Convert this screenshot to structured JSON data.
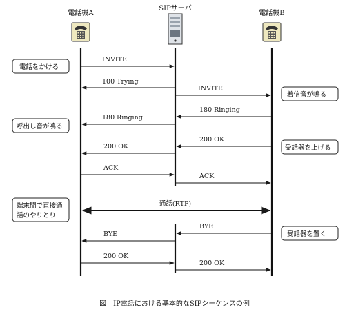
{
  "entities": {
    "phone_a": {
      "label": "電話機A"
    },
    "sip_server": {
      "label": "SIPサーバ"
    },
    "phone_b": {
      "label": "電話機B"
    }
  },
  "messages": [
    {
      "id": "invite-a-s",
      "label": "INVITE"
    },
    {
      "id": "trying-s-a",
      "label": "100 Trying"
    },
    {
      "id": "invite-s-b",
      "label": "INVITE"
    },
    {
      "id": "ringing-b-s",
      "label": "180 Ringing"
    },
    {
      "id": "ringing-s-a",
      "label": "180 Ringing"
    },
    {
      "id": "ok-b-s",
      "label": "200 OK"
    },
    {
      "id": "ok-s-a",
      "label": "200 OK"
    },
    {
      "id": "ack-a-s",
      "label": "ACK"
    },
    {
      "id": "ack-s-b",
      "label": "ACK"
    },
    {
      "id": "rtp-a-b",
      "label": "通話(RTP)"
    },
    {
      "id": "bye-b-s",
      "label": "BYE"
    },
    {
      "id": "bye-s-a",
      "label": "BYE"
    },
    {
      "id": "ok-a-s-2",
      "label": "200 OK"
    },
    {
      "id": "ok-s-b-2",
      "label": "200 OK"
    }
  ],
  "notes": {
    "make_call": "電話をかける",
    "incoming_ring": "着信音が鳴る",
    "ringback": "呼出し音が鳴る",
    "pick_up": "受話器を上げる",
    "direct_call_line1": "端末間で直接通",
    "direct_call_line2": "話のやりとり",
    "hang_up": "受話器を置く"
  },
  "caption": "図　IP電話における基本的なSIPシーケンスの例"
}
